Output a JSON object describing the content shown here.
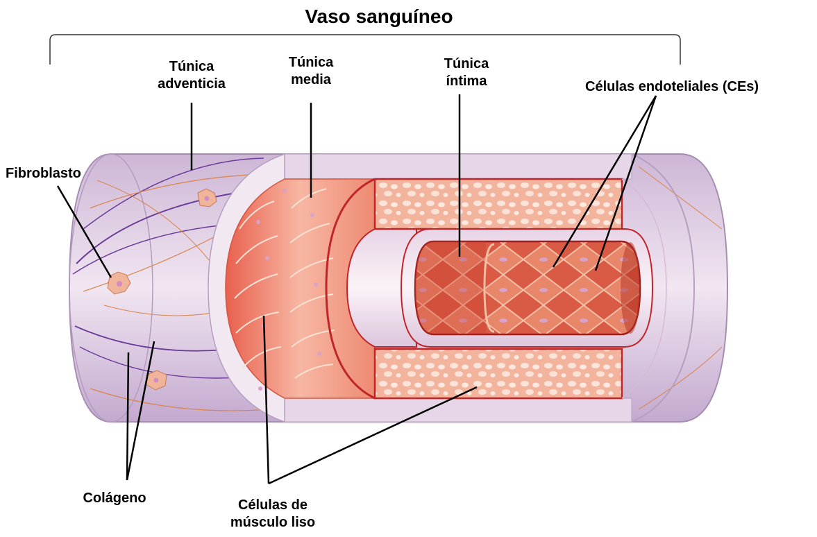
{
  "diagram": {
    "title": "Vaso sanguíneo",
    "labels": {
      "adventitia": [
        "Túnica",
        "adventicia"
      ],
      "media": [
        "Túnica",
        "media"
      ],
      "intima": [
        "Túnica",
        "íntima"
      ],
      "endothelial": "Células endoteliales (CEs)",
      "fibroblast": "Fibroblasto",
      "collagen": "Colágeno",
      "smooth_muscle": [
        "Células de",
        "músculo liso"
      ]
    }
  },
  "colors": {
    "adventitia": "#e4d2e6",
    "media": "#f2a38e",
    "intima_wall": "#f4c0a8",
    "endothelium": "#d2463a",
    "outline": "#c0252a",
    "collagen_purple": "#6a3a98",
    "collagen_orange": "#d8844a"
  }
}
